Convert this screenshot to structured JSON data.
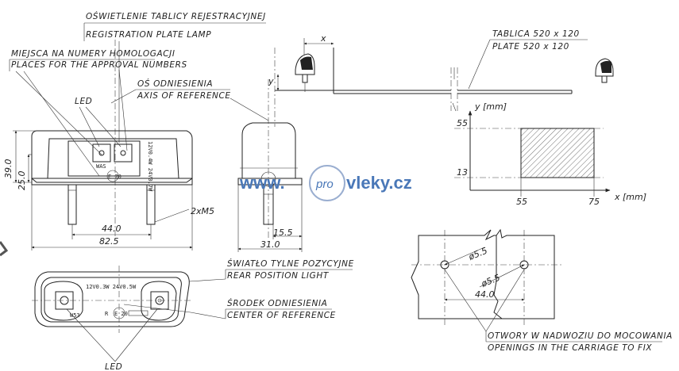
{
  "labels": {
    "lighting_pl": "OŚWIETLENIE TABLICY REJESTRACYJNEJ",
    "lighting_en": "REGISTRATION PLATE LAMP",
    "homolog_pl": "MIEJSCA NA NUMERY HOMOLOGACJI",
    "homolog_en": "PLACES FOR THE APPROVAL NUMBERS",
    "axis_pl": "OŚ ODNIESIENIA",
    "axis_en": "AXIS OF REFERENCE",
    "led_top": "LED",
    "led_bottom": "LED",
    "plate_pl": "TABLICA 520 x 120",
    "plate_en": "PLATE 520 x 120",
    "rear_pl": "ŚWIATŁO TYLNE POZYCYJNE",
    "rear_en": "REAR POSITION LIGHT",
    "center_pl": "ŚRODEK ODNIESIENIA",
    "center_en": "CENTER OF REFERENCE",
    "openings_pl": "OTWORY W NADWOZIU DO MOCOWANIA",
    "openings_en": "OPENINGS IN THE CARRIAGE TO FIX"
  },
  "dims": {
    "h_total": "39.0",
    "h_body": "25.0",
    "w_pins": "44.0",
    "w_total": "82.5",
    "thread": "2xM5",
    "side_pin": "15.5",
    "side_w": "31.0",
    "hole_d1": "ø5.5",
    "hole_d2": "ø5.5",
    "hole_spacing": "44.0",
    "axis_x": "x",
    "axis_y": "y"
  },
  "markings": {
    "side_rating": "12V0.4W 24V0.7W",
    "front_rating": "12V0.3W 24V0.5W",
    "was_top": "WAS",
    "e20_top": "E 20",
    "w53": "W53",
    "r_mark": "R",
    "e20_bottom": "E 20"
  },
  "graph": {
    "y_label": "y [mm]",
    "x_label": "x [mm]",
    "y_ticks": [
      "55",
      "13"
    ],
    "x_ticks": [
      "55",
      "75"
    ]
  },
  "watermark": {
    "left": "www.",
    "pro": "pro",
    "right": "vleky.cz"
  }
}
